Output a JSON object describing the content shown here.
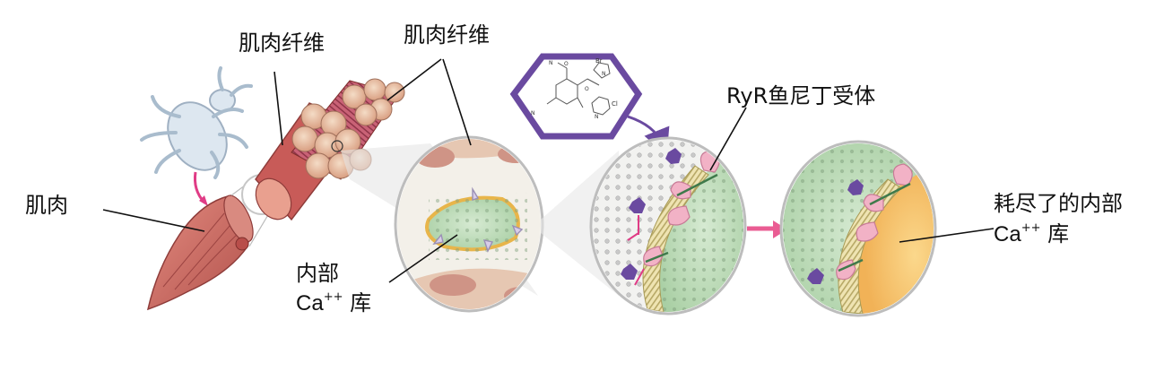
{
  "labels": {
    "muscle": "肌肉",
    "fiber_1": "肌肉纤维",
    "fiber_2": "肌肉纤维",
    "ryr": "RyR鱼尼丁受体",
    "internal_store_line1": "内部",
    "internal_store_ca": "Ca",
    "internal_store_sup": "++",
    "internal_store_suffix": "库",
    "depleted_line1": "耗尽了的内部",
    "depleted_ca": "Ca",
    "depleted_sup": "++",
    "depleted_suffix": "库"
  },
  "molecule_atoms": {
    "br": "Br",
    "cl": "Cl",
    "n_pyrazole": "N",
    "n_pyridine": "N",
    "n_amide": "N",
    "o_top": "O",
    "o_mid": "O",
    "n_nitrile": "N"
  },
  "colors": {
    "muscle": "#c96a64",
    "muscle_dark": "#a84a48",
    "fiber_tan": "#e7c3a6",
    "lens_bg": "#f4f6ee",
    "cell_green": "#bcd9b8",
    "store_orange": "#f7c56e",
    "receptor_pink": "#f2b2c6",
    "membrane_tan": "#e0d29a",
    "molecule_purple": "#6a4aa0",
    "arrow_pink": "#ea5c93",
    "line": "#111111"
  }
}
